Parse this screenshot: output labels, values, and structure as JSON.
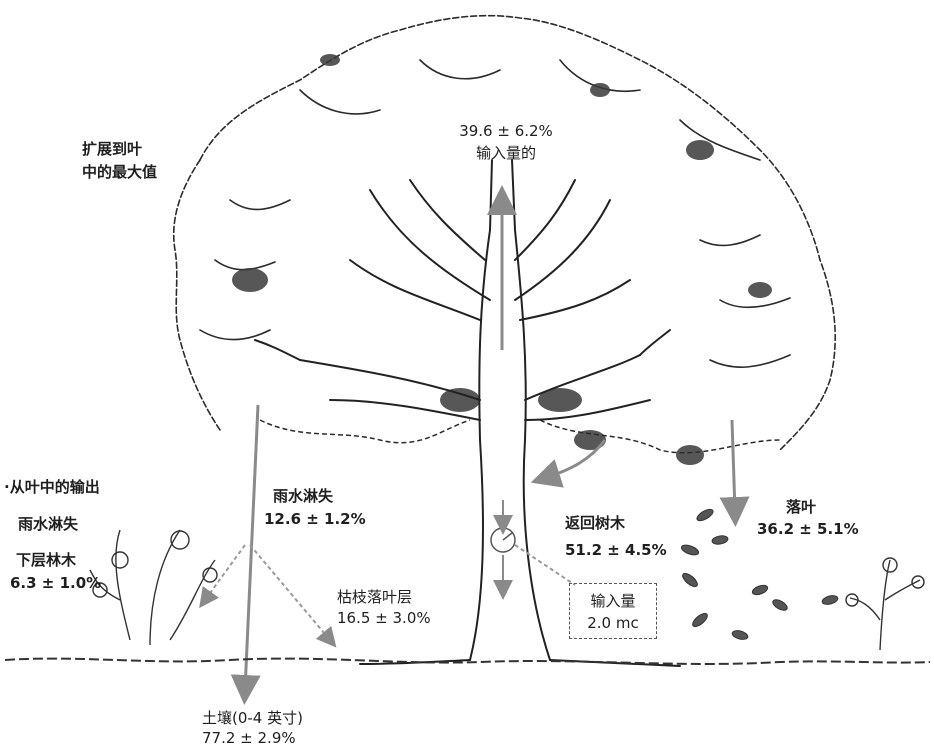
{
  "labels": {
    "extend_line1": "扩展到叶",
    "extend_line2": "中的最大值",
    "input_value": "39.6 ± 6.2%",
    "input_caption": "输入量的",
    "leaf_output": "·从叶中的输出",
    "rain_left": "雨水淋失",
    "understory": "下层林木",
    "understory_value": "6.3 ± 1.0%",
    "rain_center": "雨水淋失",
    "rain_center_value": "12.6 ± 1.2%",
    "litter": "枯枝落叶层",
    "litter_value": "16.5 ± 3.0%",
    "return_wood": "返回树木",
    "return_wood_value": "51.2 ± 4.5%",
    "leaf_fall": "落叶",
    "leaf_fall_value": "36.2 ± 5.1%",
    "input_amount": "输入量",
    "input_amount_value": "2.0 mc",
    "soil": "土壤(0-4 英寸)",
    "soil_value": "77.2 ± 2.9%"
  },
  "colors": {
    "ink": "#222222",
    "foliage": "#3a3a3a",
    "arrow": "#9a9a9a"
  }
}
